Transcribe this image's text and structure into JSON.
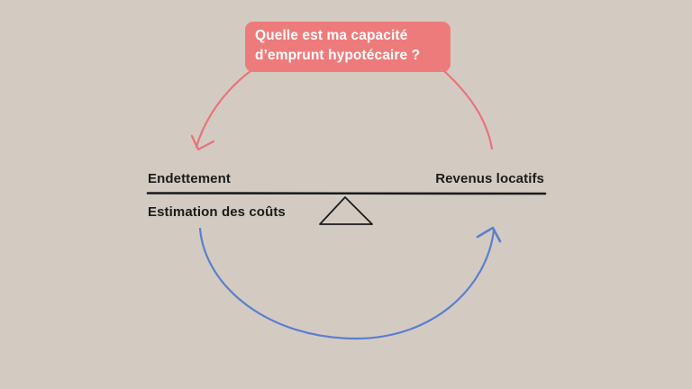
{
  "question_bubble": {
    "line1": "Quelle est ma capacité",
    "line2": "d’emprunt hypotécaire ?",
    "color": "#ee7b7b",
    "text_color": "#ffffff"
  },
  "balance": {
    "left_top_label": "Endettement",
    "right_top_label": "Revenus locatifs",
    "left_bottom_label": "Estimation des coûts",
    "beam_color": "#1b1b1b",
    "fulcrum_icon": "triangle-fulcrum-icon"
  },
  "arrows": {
    "top_arc": {
      "color": "#e9737a",
      "direction": "right-to-left",
      "icon": "arrow-head-icon"
    },
    "bottom_arc": {
      "color": "#5a7fcf",
      "direction": "left-to-right",
      "icon": "arrow-head-icon"
    }
  },
  "background_color": "#d3cbc2"
}
